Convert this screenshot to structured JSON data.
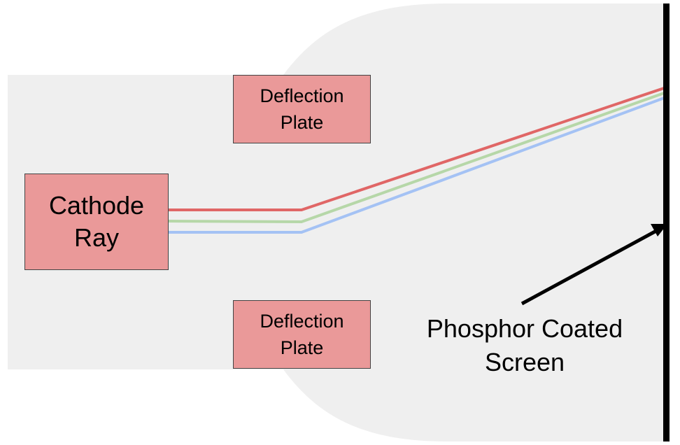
{
  "colors": {
    "tube_fill": "#efefef",
    "box_fill": "#ea9999",
    "box_border": "#434343",
    "ray_red": "#e06666",
    "ray_green": "#b6d7a8",
    "ray_blue": "#a4c2f4",
    "screen": "#000000",
    "arrow": "#000000"
  },
  "cathode": {
    "line1": "Cathode",
    "line2": "Ray"
  },
  "plates": {
    "top": {
      "line1": "Deflection",
      "line2": "Plate"
    },
    "bottom": {
      "line1": "Deflection",
      "line2": "Plate"
    }
  },
  "screen_label": {
    "line1": "Phosphor Coated",
    "line2": "Screen"
  },
  "rays": [
    {
      "name": "red-ray",
      "color": "#e06666"
    },
    {
      "name": "green-ray",
      "color": "#b6d7a8"
    },
    {
      "name": "blue-ray",
      "color": "#a4c2f4"
    }
  ],
  "icons": {
    "arrow": "arrow-icon"
  }
}
